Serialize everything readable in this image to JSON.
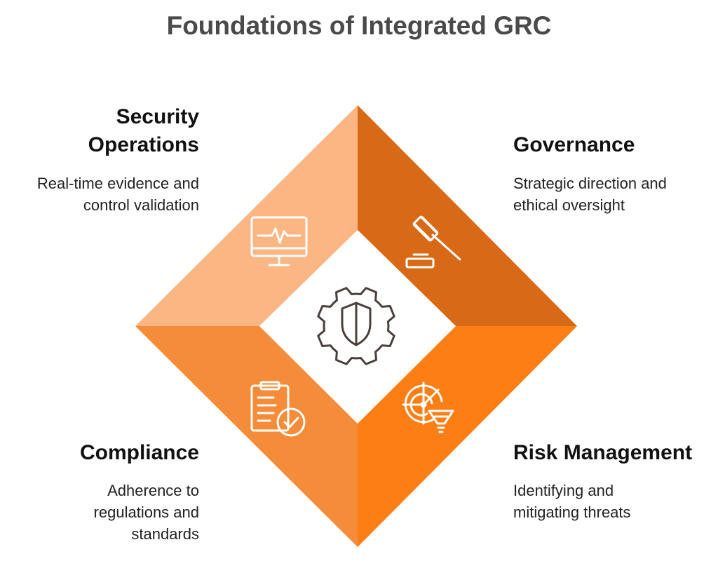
{
  "title": "Foundations of Integrated GRC",
  "center": {
    "icon": "gear-shield-icon"
  },
  "quadrants": {
    "security": {
      "heading": "Security\nOperations",
      "description": "Real-time evidence and\ncontrol validation",
      "icon": "monitor-heartbeat-icon",
      "color": "#FBB683"
    },
    "governance": {
      "heading": "Governance",
      "description": "Strategic direction and\nethical oversight",
      "icon": "gavel-icon",
      "color": "#D86A17"
    },
    "compliance": {
      "heading": "Compliance",
      "description": "Adherence to\nregulations and\nstandards",
      "icon": "clipboard-check-icon",
      "color": "#F58C3A"
    },
    "risk": {
      "heading": "Risk Management",
      "description": "Identifying and\nmitigating threats",
      "icon": "radar-funnel-icon",
      "color": "#FC7E14"
    }
  },
  "colors": {
    "title": "#4a4a4a",
    "icon_stroke": "#ffffff",
    "center_icon_stroke": "#4a3f3a"
  }
}
